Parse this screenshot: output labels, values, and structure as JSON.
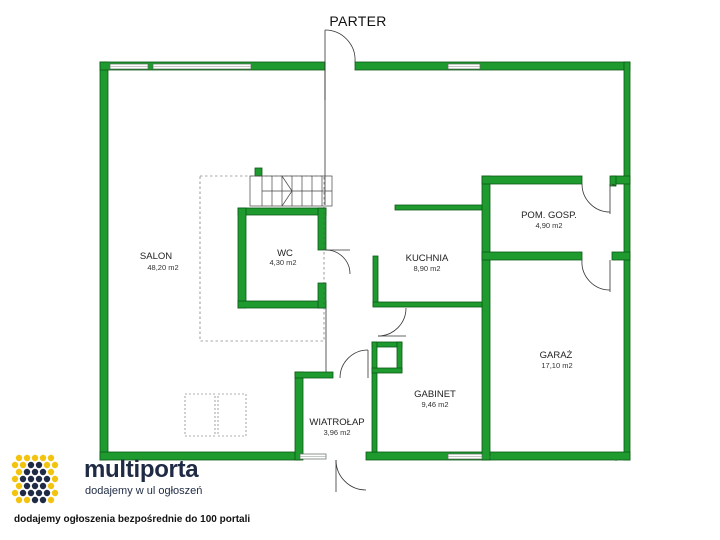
{
  "plan": {
    "title": "PARTER",
    "rooms": [
      {
        "id": "salon",
        "name": "SALON",
        "area": "48,20 m2"
      },
      {
        "id": "wc",
        "name": "WC",
        "area": "4,30 m2"
      },
      {
        "id": "kuchnia",
        "name": "KUCHNIA",
        "area": "8,90 m2"
      },
      {
        "id": "pom-gosp",
        "name": "POM. GOSP.",
        "area": "4,90 m2"
      },
      {
        "id": "garaz",
        "name": "GARAŻ",
        "area": "17,10 m2"
      },
      {
        "id": "gabinet",
        "name": "GABINET",
        "area": "9,46 m2"
      },
      {
        "id": "wiatrolap",
        "name": "WIATROŁAP",
        "area": "3,96 m2"
      }
    ]
  },
  "brand": {
    "name": "multiporta",
    "tagline": "dodajemy w ul ogłoszeń",
    "footer": "dodajemy ogłoszenia bezpośrednie do 100 portali",
    "colors": {
      "primary": "#1f2a44",
      "accent": "#f2c40f",
      "wall": "#1e9a2e"
    }
  }
}
